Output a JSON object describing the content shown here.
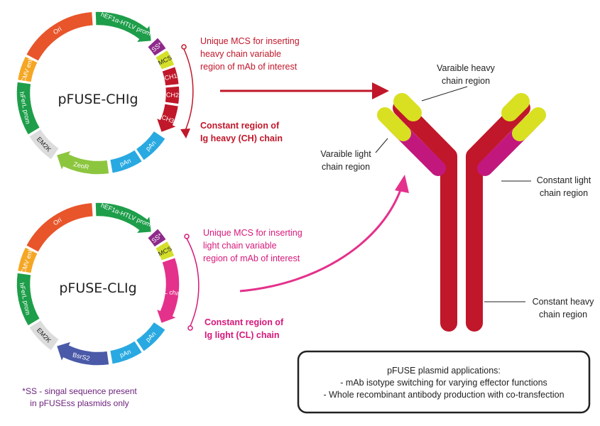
{
  "colors": {
    "ori": "#e8552a",
    "cmv": "#f5a623",
    "promoter": "#1e9e4a",
    "em2k": "#dcdcdc",
    "zeor": "#8cc63f",
    "bsrs2": "#4a5aa8",
    "pan": "#29a9e1",
    "ss": "#8e2a8a",
    "mcs": "#d4df2a",
    "heavy_red": "#c0172a",
    "light_pink": "#e4318b",
    "variable_yellow": "#d9e021",
    "constant_light_magenta": "#c2187d",
    "text_red": "#c0172a",
    "text_pink": "#d6187a",
    "footnote_purple": "#6a1f7a"
  },
  "plasmid_heavy": {
    "title": "pFUSE-CHIg",
    "segments": {
      "ori": "Ori",
      "hef1a": "hEF1α-HTLV prom",
      "ss": "SS*",
      "mcs": "MCS",
      "ch1": "CH1",
      "ch2": "CH2",
      "ch3": "CH3",
      "pan1": "pAn",
      "pan2": "pAn",
      "zeor": "ZeoR",
      "em2k": "EM2K",
      "hferl": "hFerL prom",
      "cmv": "CMV enh"
    },
    "mcs_note": [
      "Unique MCS for inserting",
      "heavy chain variable",
      "region of  mAb of interest"
    ],
    "constant_note": [
      "Constant region of",
      "Ig heavy (CH) chain"
    ]
  },
  "plasmid_light": {
    "title": "pFUSE-CLIg",
    "segments": {
      "ori": "Ori",
      "hef1a": "hEF1α-HTLV prom",
      "ss": "SS*",
      "mcs": "MCS",
      "cl": "CL chain",
      "pan1": "pAn",
      "pan2": "pAn",
      "bsrs2": "BsrS2",
      "em2k": "EM2K",
      "hferl": "hFerL prom",
      "cmv": "CMV enh"
    },
    "mcs_note": [
      "Unique MCS for inserting",
      "light chain variable",
      "region of  mAb of interest"
    ],
    "constant_note": [
      "Constant region of",
      "Ig light (CL) chain"
    ]
  },
  "antibody": {
    "variable_heavy": [
      "Varaible heavy",
      "chain region"
    ],
    "variable_light": [
      "Varaible light",
      "chain region"
    ],
    "constant_light": [
      "Constant light",
      "chain region"
    ],
    "constant_heavy": [
      "Constant heavy",
      "chain region"
    ]
  },
  "footnote": [
    "*SS - singal sequence present",
    "in pFUSEss plasmids only"
  ],
  "applications": {
    "title": "pFUSE plasmid applications:",
    "items": [
      "- mAb isotype switching for varying effector functions",
      "- Whole recombinant antibody production with co-transfection"
    ]
  }
}
